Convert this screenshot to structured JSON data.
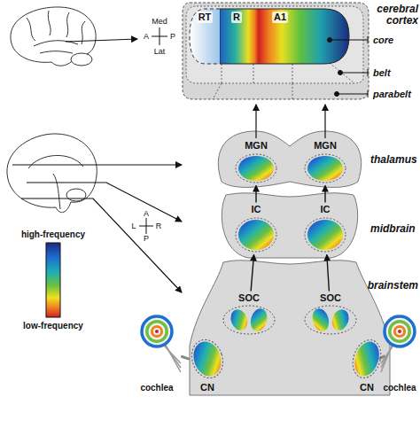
{
  "diagram": {
    "nodes": [
      {
        "text": [
          "RT"
        ]
      },
      {
        "text": [
          "R"
        ]
      },
      {
        "text": [
          "A1"
        ]
      },
      {
        "text": [
          "MGN"
        ]
      },
      {
        "text": [
          "MGN"
        ]
      },
      {
        "text": [
          "IC"
        ]
      },
      {
        "text": [
          "IC"
        ]
      },
      {
        "text": [
          "SOC"
        ]
      },
      {
        "text": [
          "SOC"
        ]
      },
      {
        "text": [
          "cochlea"
        ]
      },
      {
        "text": [
          "CN"
        ]
      },
      {
        "text": [
          "CN"
        ]
      },
      {
        "text": [
          "cochlea"
        ]
      }
    ],
    "edges": [
      {
        "from": 9,
        "to": 10,
        "arrow": "none"
      },
      {
        "from": 12,
        "to": 11,
        "arrow": "none"
      },
      {
        "from": 7,
        "to": 5,
        "arrow": "to"
      },
      {
        "from": 8,
        "to": 6,
        "arrow": "to"
      },
      {
        "from": 5,
        "to": 3,
        "arrow": "to"
      },
      {
        "from": 6,
        "to": 4,
        "arrow": "to"
      }
    ],
    "labels": [
      "Med",
      "A",
      "P",
      "Lat",
      "cerebral cortex",
      "core",
      "belt",
      "parabelt",
      "thalamus",
      "A",
      "L",
      "R",
      "P",
      "midbrain",
      "brainstem"
    ],
    "legend": [
      {
        "text": "high-frequency"
      },
      {
        "text": "low-frequency"
      }
    ]
  }
}
